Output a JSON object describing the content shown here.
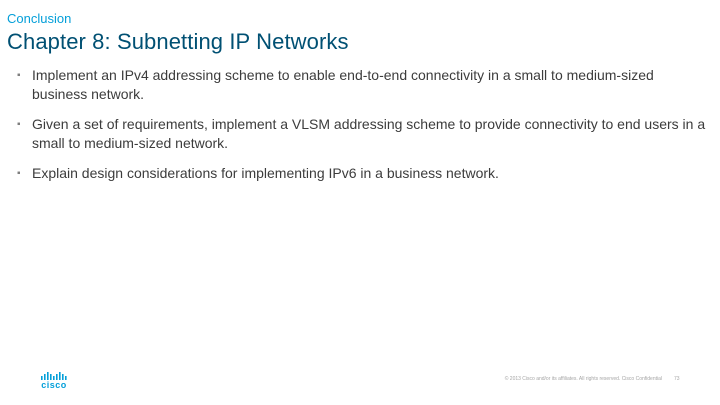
{
  "header": {
    "section_label": "Conclusion",
    "title": "Chapter 8: Subnetting IP Networks"
  },
  "bullets": [
    {
      "marker": "▪",
      "text": "Implement an IPv4 addressing scheme to enable end-to-end connectivity in a small to medium-sized business network."
    },
    {
      "marker": "▪",
      "text": "Given a set of requirements, implement a VLSM addressing scheme to provide connectivity to end users in a small to medium-sized network."
    },
    {
      "marker": "▪",
      "text": "Explain design considerations for implementing IPv6 in a business network."
    }
  ],
  "footer": {
    "logo_text": "cisco",
    "copyright": "© 2013 Cisco and/or its affiliates. All rights reserved.   Cisco Confidential",
    "page_number": "73"
  },
  "colors": {
    "section_label": "#049fd9",
    "title": "#005073",
    "body_text": "#3c3c3c",
    "footer_text": "#a6a6a6",
    "logo": "#049fd9"
  },
  "icons": {
    "logo": "cisco-logo-icon"
  }
}
